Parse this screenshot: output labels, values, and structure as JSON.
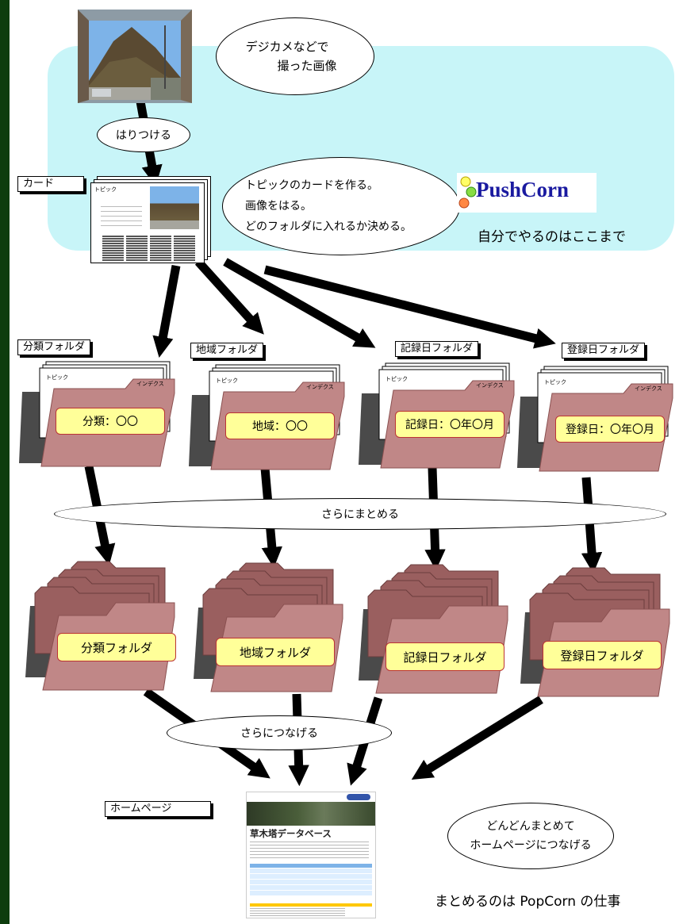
{
  "top_bubble": {
    "line1": "デジカメなどで",
    "line2": "撮った画像"
  },
  "paste_label": "はりつける",
  "card_label": "カード",
  "card_thumb_text": "トピック",
  "topic_bubble": {
    "line1": "トピックのカードを作る。",
    "line2": "画像をはる。",
    "line3": "どのフォルダに入れるか決める。"
  },
  "pushcorn_logo": "PushCorn",
  "self_caption": "自分でやるのはここまで",
  "folder_headers": [
    "分類フォルダ",
    "地域フォルダ",
    "記録日フォルダ",
    "登録日フォルダ"
  ],
  "index_tab_text": "インデクス",
  "folder_values": [
    "分類：〇〇",
    "地域：〇〇",
    "記録日：〇年〇月",
    "登録日：〇年〇月"
  ],
  "merge_label": "さらにまとめる",
  "big_folders": [
    "分類フォルダ",
    "地域フォルダ",
    "記録日フォルダ",
    "登録日フォルダ"
  ],
  "connect_label": "さらにつなげる",
  "homepage_label": "ホームページ",
  "homepage_title": "草木塔データベース",
  "final_bubble": {
    "line1": "どんどんまとめて",
    "line2": "ホームページにつなげる"
  },
  "final_caption": "まとめるのは PopCorn の仕事",
  "colors": {
    "sky": "#c8f5f8",
    "folder": "#c08787",
    "folder_dark": "#9a5f5f",
    "label_yellow": "#ffff99",
    "logo_blue": "#1a1aa0",
    "border_green": "#0d3d0d"
  }
}
